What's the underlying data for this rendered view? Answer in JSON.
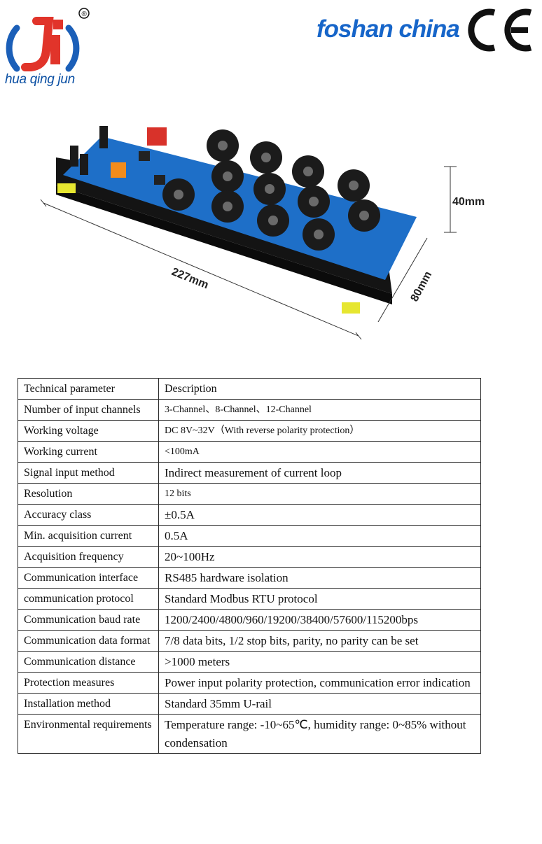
{
  "header": {
    "brand_tagline": "hua qing jun",
    "registered_mark": "®",
    "location": "foshan china",
    "cert_mark": "CE"
  },
  "product": {
    "dims": {
      "length": "227mm",
      "width": "80mm",
      "height": "40mm"
    },
    "colors": {
      "pcb": "#1e6fc8",
      "rail": "#141414",
      "ct_coil": "#1b1b1b",
      "terminal": "#f28c1c",
      "feet": "#e6e630"
    }
  },
  "spec_table": {
    "headers": [
      "Technical parameter",
      "Description"
    ],
    "rows": [
      {
        "param": "Number of input channels",
        "desc": "3-Channel、8-Channel、12-Channel",
        "size": "small"
      },
      {
        "param": "Working voltage",
        "desc": "DC 8V~32V（With reverse polarity protection）",
        "size": "small"
      },
      {
        "param": "Working current",
        "desc": "<100mA",
        "size": "small"
      },
      {
        "param": "Signal input method",
        "desc": "Indirect measurement of current loop",
        "size": "normal"
      },
      {
        "param": "Resolution",
        "desc": "12 bits",
        "size": "small"
      },
      {
        "param": "Accuracy class",
        "desc": "±0.5A",
        "size": "normal"
      },
      {
        "param": "Min. acquisition current",
        "desc": "0.5A",
        "size": "normal"
      },
      {
        "param": "Acquisition frequency",
        "desc": "20~100Hz",
        "size": "normal"
      },
      {
        "param": "Communication interface",
        "desc": "RS485 hardware isolation",
        "size": "normal"
      },
      {
        "param": "communication protocol",
        "desc": "Standard Modbus RTU protocol",
        "size": "normal"
      },
      {
        "param": "Communication baud rate",
        "desc": "1200/2400/4800/960/19200/38400/57600/115200bps",
        "size": "normal"
      },
      {
        "param": "Communication data format",
        "desc": "7/8 data bits, 1/2 stop bits, parity, no parity can be set",
        "size": "normal"
      },
      {
        "param": "Communication distance",
        "desc": ">1000 meters",
        "size": "normal"
      },
      {
        "param": "Protection measures",
        "desc": "Power input polarity protection, communication error indication",
        "size": "normal"
      },
      {
        "param": "Installation method",
        "desc": "Standard 35mm U-rail",
        "size": "normal"
      },
      {
        "param": "Environmental requirements",
        "desc": "Temperature range: -10~65℃, humidity range: 0~85% without condensation",
        "size": "normal"
      }
    ]
  }
}
